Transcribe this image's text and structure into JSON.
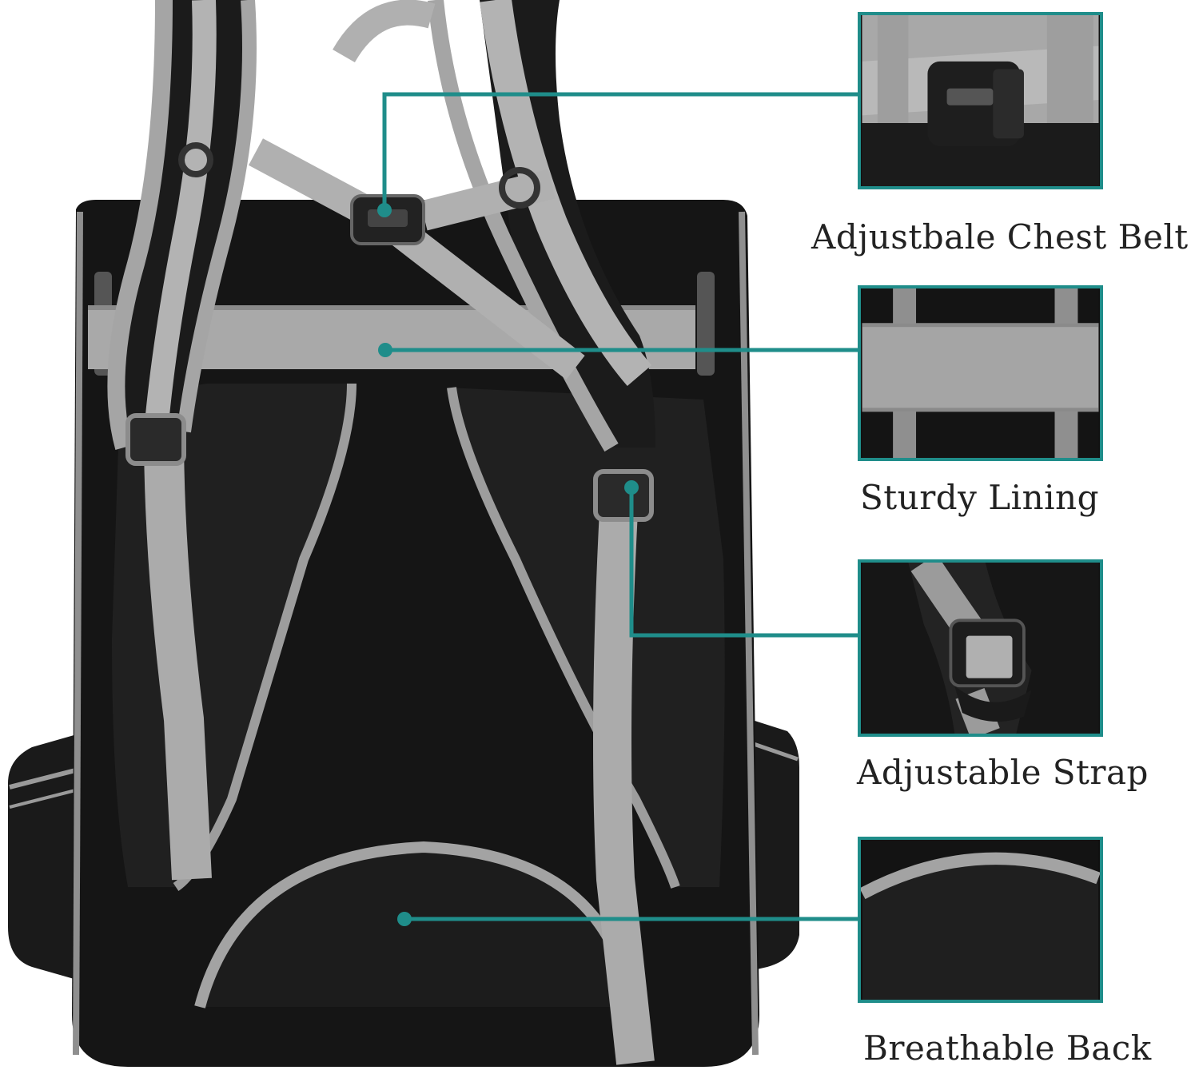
{
  "accent_color": "#1f8d8a",
  "features": [
    {
      "label": "Adjustbale Chest Belt",
      "icon": "chest-belt-buckle-detail"
    },
    {
      "label": "Sturdy Lining",
      "icon": "lining-band-detail"
    },
    {
      "label": "Adjustable Strap",
      "icon": "strap-buckle-detail"
    },
    {
      "label": "Breathable Back",
      "icon": "mesh-back-detail"
    }
  ]
}
